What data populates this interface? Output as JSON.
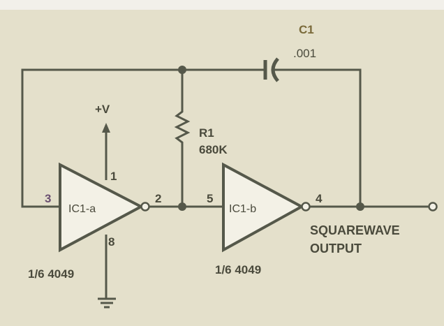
{
  "title": "Squarewave oscillator",
  "components": {
    "c1": {
      "name": "C1",
      "value": ".001"
    },
    "r1": {
      "name": "R1",
      "value": "680K"
    },
    "ic1a": {
      "name": "IC1-a",
      "part": "1/6 4049"
    },
    "ic1b": {
      "name": "IC1-b",
      "part": "1/6 4049"
    }
  },
  "supply": "+V",
  "pins": {
    "p1": "1",
    "p2": "2",
    "p3": "3",
    "p4": "4",
    "p5": "5",
    "p8": "8"
  },
  "output": {
    "line1": "SQUAREWAVE",
    "line2": "OUTPUT"
  },
  "colors": {
    "wire": "#55584a",
    "background": "#e4e0cb",
    "gate_fill": "#f3f1e6"
  }
}
